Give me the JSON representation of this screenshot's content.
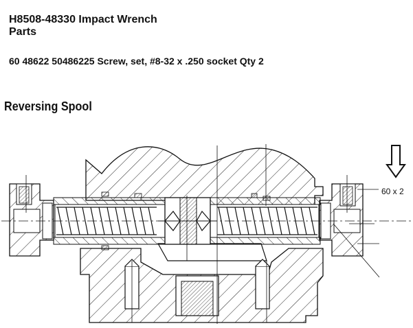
{
  "header": {
    "title_line1": "H8508-48330 Impact Wrench",
    "title_line2": "Parts",
    "part_line": "60 48622 50486225 Screw, set, #8-32 x .250 socket  Qty 2"
  },
  "section": {
    "heading": "Reversing Spool"
  },
  "callout": {
    "label": "60  x 2"
  }
}
